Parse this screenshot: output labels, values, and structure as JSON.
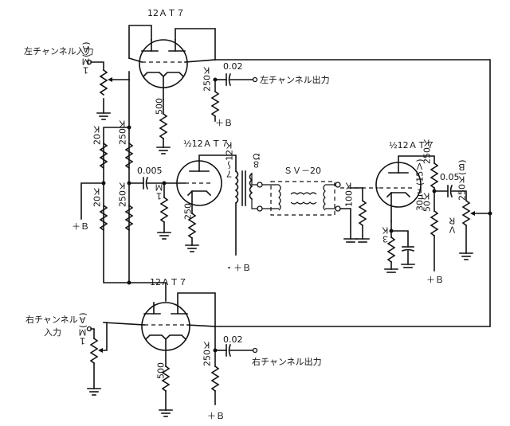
{
  "labels": {
    "top_tube": "12ＡＴ７",
    "mid_left_tube": "½12ＡＴ７",
    "mid_right_tube": "½12ＡＴ７",
    "bottom_tube": "12ＡＴ７",
    "left_input": "左チャンネル入力",
    "left_output": "左チャンネル出力",
    "right_input_1": "右チャンネル",
    "right_input_2": "入力",
    "right_output": "右チャンネル出力",
    "sv20": "ＳＶ－20",
    "cap_top": "0.02",
    "cap_bottom": "0.02",
    "cap_mid": "0.005",
    "cap_right": "0.05",
    "res_1m_top": "１Ｍ(Ａ)",
    "res_1m_bottom": "１Ｍ(Ａ)",
    "res_1m_mid": "１Ｍ",
    "res_500_top": "500",
    "res_500_bottom": "500",
    "res_250k_top": "250Ｋ",
    "res_250k_bottom": "250Ｋ",
    "res_20k_a": "20Ｋ",
    "res_20k_b": "20Ｋ",
    "res_250k_a": "250Ｋ",
    "res_250k_b": "250Ｋ",
    "res_250": "250",
    "res_712k": "７～12Ｋ",
    "ohm8": "８Ω",
    "res_100k": "100Ｋ",
    "res_3k": "３Ｋ",
    "cap_30uf": "30μＦ(15Ｖ)",
    "res_250k_right": "250Ｋ",
    "res_50k": "50Ｋ",
    "vr": "ＶＲ",
    "vr_250kb": "250Ｋ(Ｂ)",
    "plus_b_left": "＋Ｂ",
    "plus_b_top": "＋Ｂ",
    "plus_b_mid": "・＋Ｂ",
    "plus_b_right": "＋Ｂ",
    "plus_b_bottom": "＋Ｂ"
  }
}
